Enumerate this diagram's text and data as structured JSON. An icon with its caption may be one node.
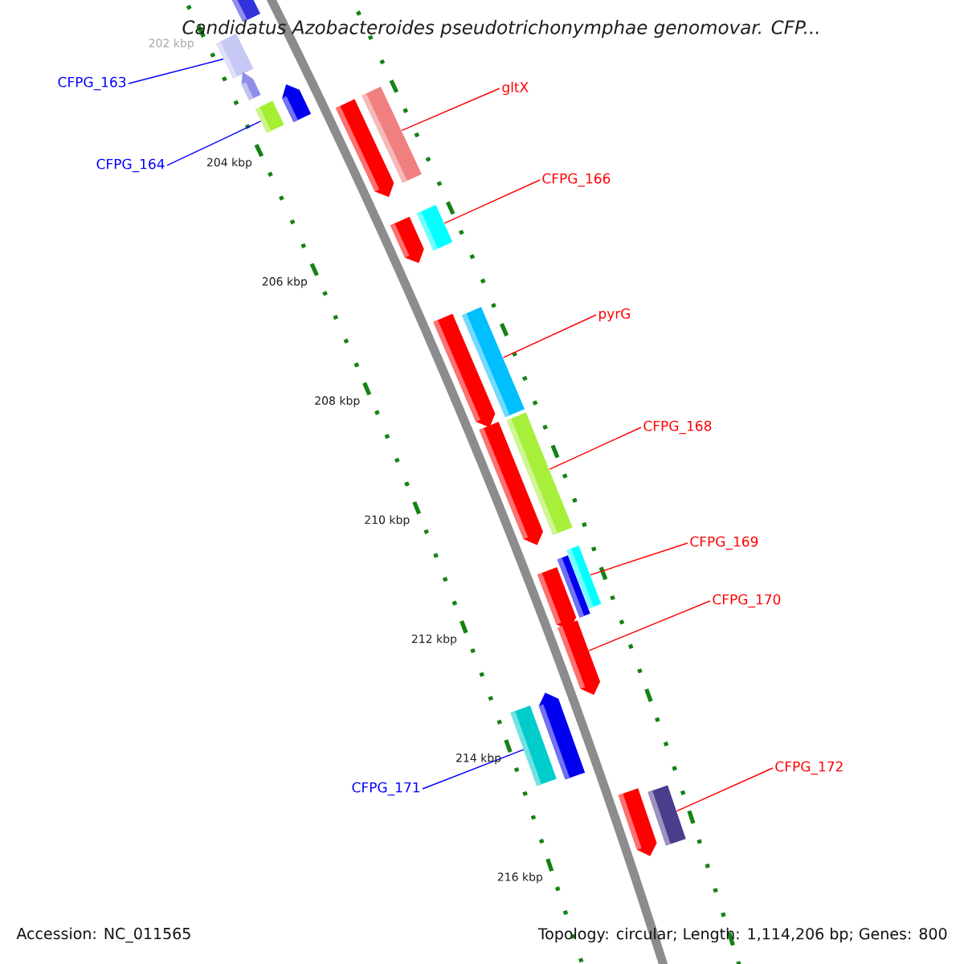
{
  "diagram": {
    "title": "Candidatus Azobacteroides pseudotrichonymphae genomovar. CFP...",
    "nodes": [
      {
        "text": [
          "CFPG_163"
        ]
      },
      {
        "text": [
          "CFPG_164"
        ]
      },
      {
        "text": [
          "gltX"
        ]
      },
      {
        "text": [
          "CFPG_166"
        ]
      },
      {
        "text": [
          "pyrG"
        ]
      },
      {
        "text": [
          "CFPG_168"
        ]
      },
      {
        "text": [
          "CFPG_169"
        ]
      },
      {
        "text": [
          "CFPG_170"
        ]
      },
      {
        "text": [
          "CFPG_171"
        ]
      },
      {
        "text": [
          "CFPG_172"
        ]
      },
      {
        "text": [],
        "shape": "arrow"
      },
      {
        "text": [],
        "shape": "bar"
      },
      {
        "text": [],
        "shape": "arrow"
      },
      {
        "text": [],
        "shape": "bar"
      },
      {
        "text": [],
        "shape": "arrow"
      },
      {
        "text": [],
        "shape": "arrow"
      },
      {
        "text": [],
        "shape": "bar"
      },
      {
        "text": [],
        "shape": "arrow"
      },
      {
        "text": [],
        "shape": "bar"
      },
      {
        "text": [],
        "shape": "arrow"
      },
      {
        "text": [],
        "shape": "bar"
      },
      {
        "text": [],
        "shape": "arrow"
      },
      {
        "text": [],
        "shape": "bar"
      },
      {
        "text": [],
        "shape": "arrow"
      },
      {
        "text": [],
        "shape": "bar"
      },
      {
        "text": [],
        "shape": "bar"
      },
      {
        "text": [],
        "shape": "arrow"
      },
      {
        "text": [],
        "shape": "bar"
      },
      {
        "text": [],
        "shape": "arrow"
      },
      {
        "text": [],
        "shape": "arrow"
      },
      {
        "text": [],
        "shape": "bar"
      }
    ],
    "edges": [
      {
        "from": 0,
        "to": 11,
        "arrow": "none",
        "color": "#0000ff"
      },
      {
        "from": 1,
        "to": 13,
        "arrow": "none",
        "color": "#0000ff"
      },
      {
        "from": 2,
        "to": 16,
        "arrow": "none"
      },
      {
        "from": 3,
        "to": 18,
        "arrow": "none"
      },
      {
        "from": 4,
        "to": 20,
        "arrow": "none"
      },
      {
        "from": 5,
        "to": 22,
        "arrow": "none"
      },
      {
        "from": 6,
        "to": 25,
        "arrow": "none"
      },
      {
        "from": 7,
        "to": 26,
        "arrow": "none"
      },
      {
        "from": 8,
        "to": 27,
        "arrow": "none",
        "color": "#0000ff"
      },
      {
        "from": 9,
        "to": 30,
        "arrow": "none"
      }
    ],
    "labels": [
      "202 kbp",
      "204 kbp",
      "206 kbp",
      "208 kbp",
      "210 kbp",
      "212 kbp",
      "214 kbp",
      "216 kbp",
      "Accession: NC_011565",
      "Topology: circular; Length: 1,114,206 bp; Genes: 800"
    ]
  }
}
